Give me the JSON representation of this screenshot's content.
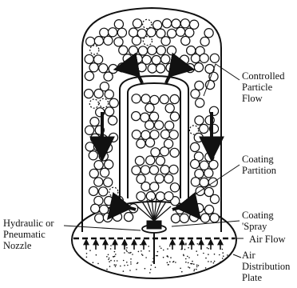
{
  "diagram": {
    "labels": {
      "controlled_particle_flow": [
        "Controlled",
        "Particle",
        "Flow"
      ],
      "coating_partition": [
        "Coating",
        "Partition"
      ],
      "coating_spray": [
        "Coating",
        "'Spray"
      ],
      "air_flow": "Air Flow",
      "air_distribution_plate": [
        "Air",
        "Distribution",
        "Plate"
      ],
      "nozzle": [
        "Hydraulic or",
        "Pneumatic",
        "Nozzle"
      ]
    },
    "colors": {
      "ink": "#111111",
      "background": "#ffffff"
    }
  }
}
